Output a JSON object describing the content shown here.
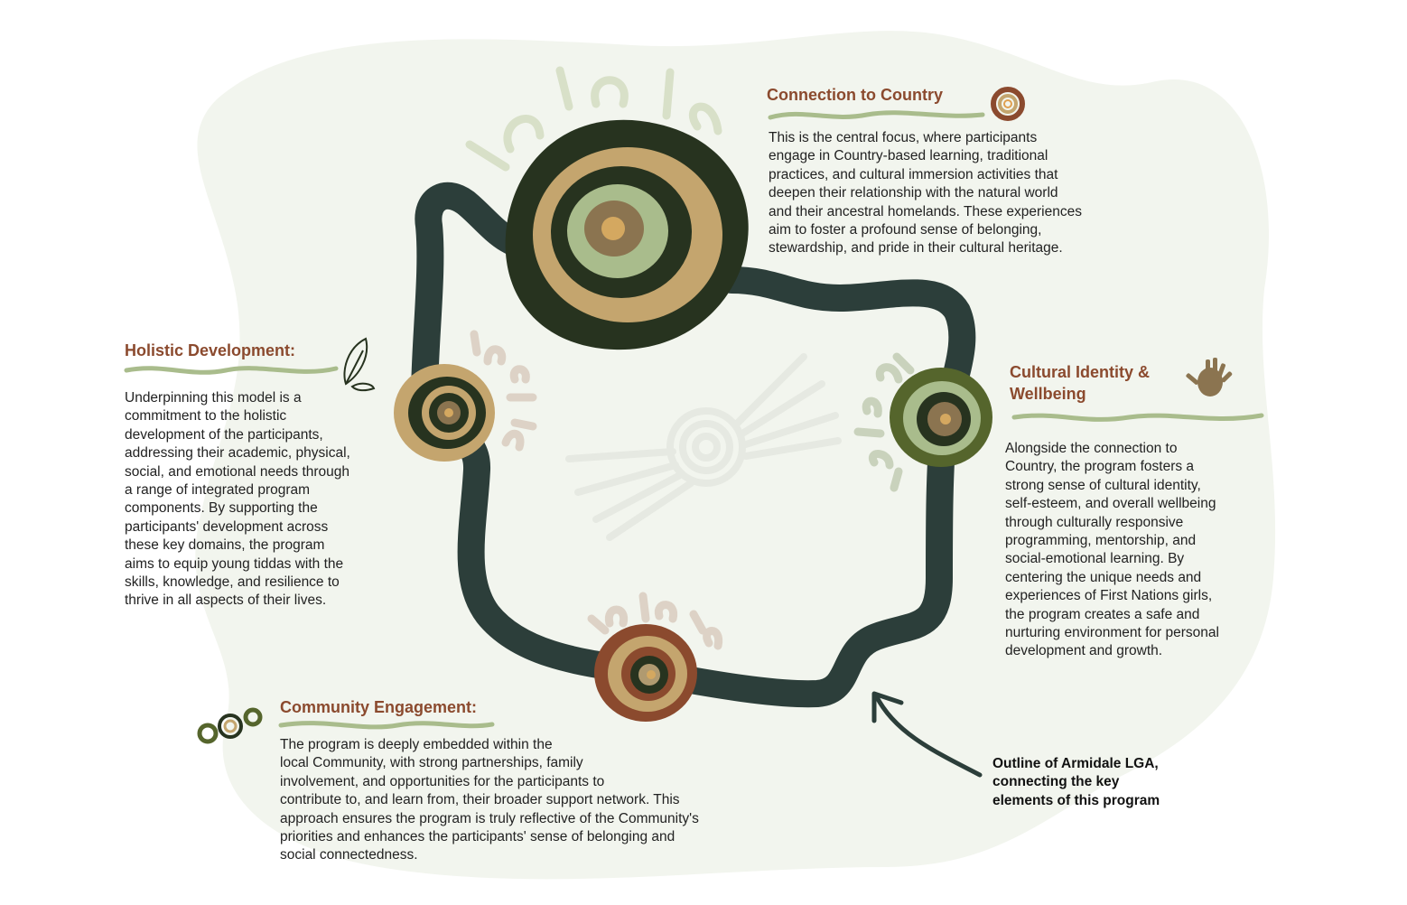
{
  "colors": {
    "heading": "#8b4a2e",
    "path": "#2c3e3a",
    "blob": "#f2f5ee",
    "wave": "#a9bc8c"
  },
  "sections": {
    "country": {
      "title": "Connection to Country",
      "lines": [
        "This is the central focus, where participants",
        "engage in Country-based learning, traditional",
        "practices, and cultural immersion activities that",
        "deepen their relationship with the natural world",
        "and their ancestral homelands. These experiences",
        "aim to foster a profound sense of belonging,",
        "stewardship, and pride in their cultural heritage."
      ]
    },
    "holistic": {
      "title": "Holistic Development:",
      "lines": [
        "Underpinning this model is a",
        "commitment to the holistic",
        "development of the participants,",
        "addressing their academic, physical,",
        "social, and emotional needs through",
        "a range of integrated program",
        "components. By supporting the",
        "participants' development across",
        "these key domains, the program",
        "aims to equip young tiddas with the",
        "skills, knowledge, and resilience to",
        "thrive in all aspects of their lives."
      ]
    },
    "identity": {
      "title_lines": [
        "Cultural Identity &",
        "Wellbeing"
      ],
      "lines": [
        "Alongside the connection to",
        "Country, the program fosters a",
        "strong sense of cultural identity,",
        "self-esteem, and overall wellbeing",
        "through culturally responsive",
        "programming, mentorship, and",
        "social-emotional learning. By",
        "centering the unique needs and",
        "experiences of First Nations girls,",
        "the program creates a safe and",
        "nurturing environment for personal",
        "development and growth."
      ]
    },
    "community": {
      "title": "Community Engagement:",
      "lines": [
        "The program is deeply embedded within the",
        "local Community, with strong partnerships, family",
        "involvement, and opportunities for the participants to",
        "contribute to, and learn from, their broader support network. This",
        "approach ensures the program is truly reflective of the Community's",
        "priorities and enhances the participants' sense of belonging and",
        "social connectedness."
      ]
    }
  },
  "annotation": {
    "lines": [
      "Outline of Armidale LGA,",
      "connecting the key",
      "elements of this program"
    ]
  }
}
